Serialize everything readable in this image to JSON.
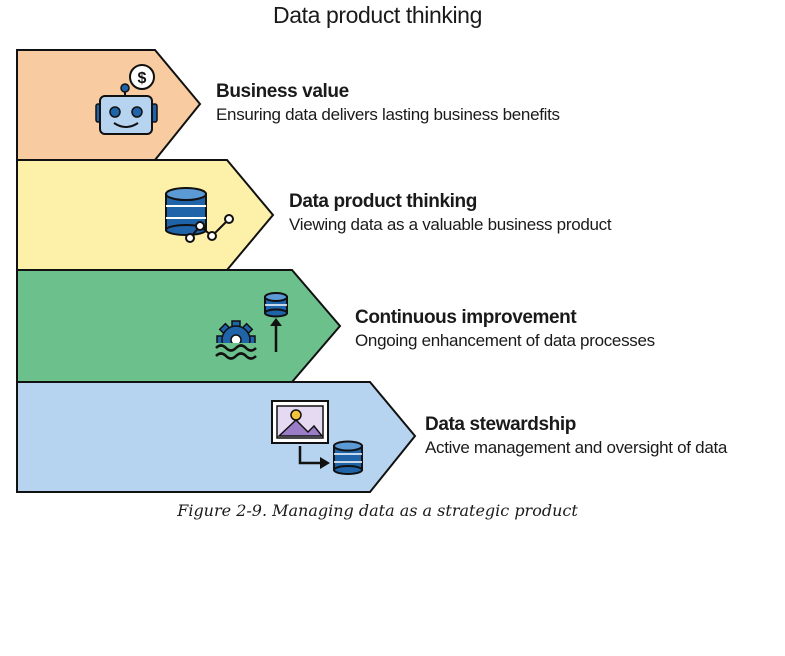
{
  "title": "Data product thinking",
  "layers": [
    {
      "heading": "Business value",
      "description": "Ensuring data delivers lasting business benefits",
      "color": "#f8cba1",
      "icon": "robot-dollar-icon"
    },
    {
      "heading": "Data product thinking",
      "description": "Viewing data as a valuable business product",
      "color": "#fdf1a9",
      "icon": "database-chart-icon"
    },
    {
      "heading": "Continuous improvement",
      "description": "Ongoing enhancement of data processes",
      "color": "#6cc08b",
      "icon": "gear-database-icon"
    },
    {
      "heading": "Data stewardship",
      "description": "Active management and oversight of data",
      "color": "#b6d3ef",
      "icon": "image-to-database-icon"
    }
  ],
  "caption": "Figure 2-9. Managing data as a strategic product"
}
